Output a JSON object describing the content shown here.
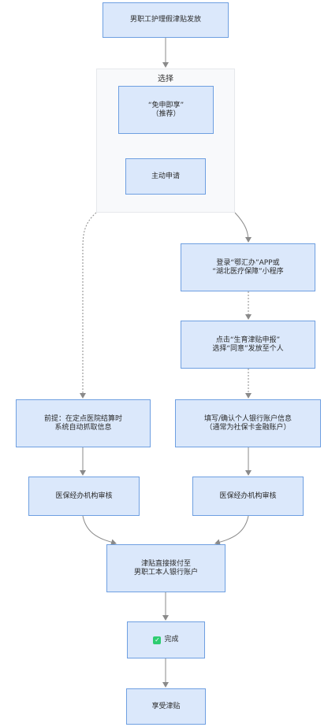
{
  "diagram": {
    "group": {
      "label": "选择"
    },
    "nodes": {
      "start": "男职工护理假津贴发放",
      "exempt": "“免申即享”\n（推荐）",
      "apply": "主动申请",
      "precond": "前提：在定点医院结算时\n系统自动抓取信息",
      "login": "登录“鄂汇办”APP或\n“湖北医疗保障”小程序",
      "click": "点击“生育津贴申报”\n选择“同意”发放至个人",
      "fill": "填写/确认个人银行账户信息\n（通常为社保卡金融账户）",
      "audit_left": "医保经办机构审核",
      "audit_right": "医保经办机构审核",
      "pay": "津贴直接拨付至\n男职工本人银行账户",
      "done": "完成",
      "enjoy": "享受津贴"
    },
    "colors": {
      "node_fill": "#dbe8fb",
      "node_border": "#6e9fe1",
      "edge": "#8a8a8a",
      "check": "#2ecc71"
    }
  }
}
